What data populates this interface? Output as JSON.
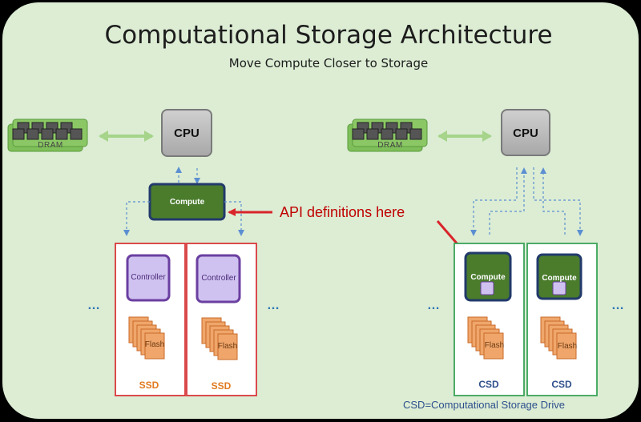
{
  "title": "Computational Storage Architecture",
  "subtitle": "Move Compute Closer to Storage",
  "left": {
    "dram_label": "DRAM",
    "cpu_label": "CPU",
    "compute_label": "Compute",
    "drives": [
      {
        "controller_label": "Controller",
        "flash_label": "Flash",
        "drive_label": "SSD"
      },
      {
        "controller_label": "Controller",
        "flash_label": "Flash",
        "drive_label": "SSD"
      }
    ],
    "ellipsis": "…"
  },
  "right": {
    "dram_label": "DRAM",
    "cpu_label": "CPU",
    "drives": [
      {
        "compute_label": "Compute",
        "flash_label": "Flash",
        "drive_label": "CSD"
      },
      {
        "compute_label": "Compute",
        "flash_label": "Flash",
        "drive_label": "CSD"
      }
    ],
    "ellipsis": "…"
  },
  "callout": "API definitions here",
  "footnote": "CSD=Computational Storage Drive",
  "colors": {
    "background": "#dcedd4",
    "compute": "#4a7c2c",
    "ssd_border": "#d9373a",
    "csd_border": "#3aa357",
    "controller": "#cfc2f0",
    "flash": "#f0a66b",
    "arrow_red": "#d9242a",
    "arrow_green": "#a5d48a",
    "dashed_blue": "#5b8fd1"
  }
}
